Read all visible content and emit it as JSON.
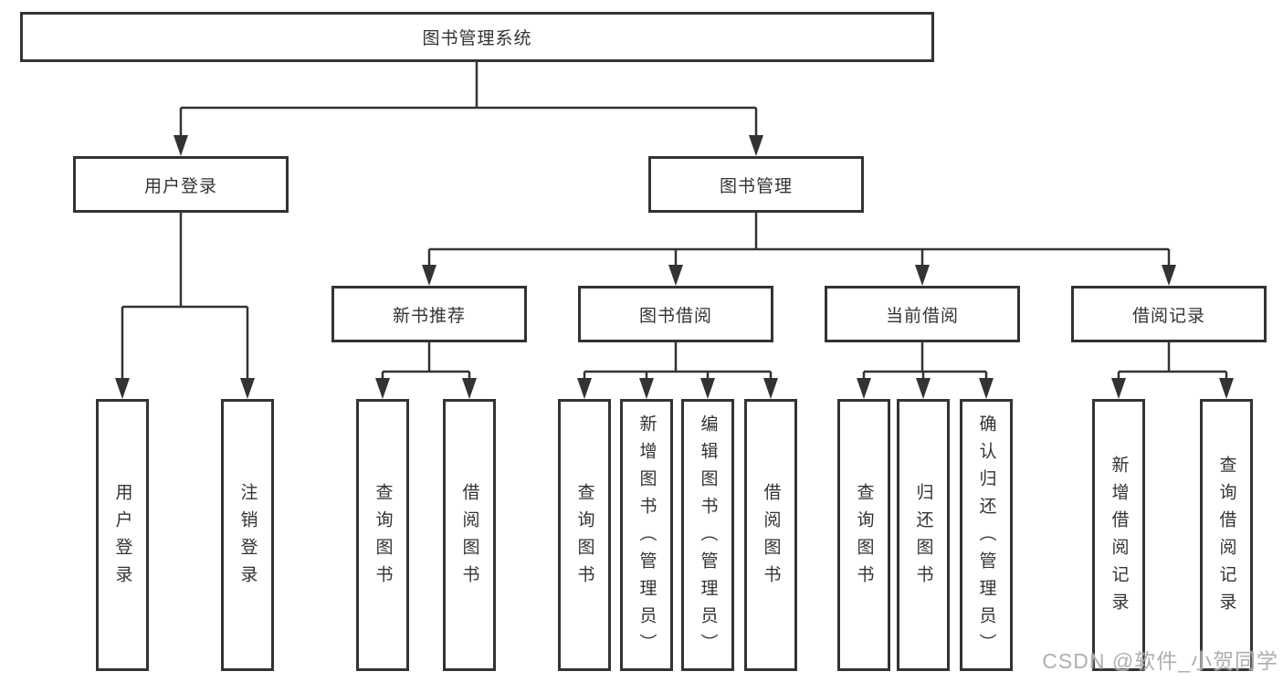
{
  "root": {
    "label": "图书管理系统"
  },
  "level2": [
    {
      "label": "用户登录",
      "parent": "图书管理系统"
    },
    {
      "label": "图书管理",
      "parent": "图书管理系统"
    }
  ],
  "level3": [
    {
      "label": "新书推荐",
      "parent": "图书管理"
    },
    {
      "label": "图书借阅",
      "parent": "图书管理"
    },
    {
      "label": "当前借阅",
      "parent": "图书管理"
    },
    {
      "label": "借阅记录",
      "parent": "图书管理"
    }
  ],
  "leaves": [
    {
      "label": "用户登录",
      "parent": "用户登录"
    },
    {
      "label": "注销登录",
      "parent": "用户登录"
    },
    {
      "label": "查询图书",
      "parent": "新书推荐"
    },
    {
      "label": "借阅图书",
      "parent": "新书推荐"
    },
    {
      "label": "查询图书",
      "parent": "图书借阅"
    },
    {
      "label": "新增图书（管理员）",
      "parent": "图书借阅"
    },
    {
      "label": "编辑图书（管理员）",
      "parent": "图书借阅"
    },
    {
      "label": "借阅图书",
      "parent": "图书借阅"
    },
    {
      "label": "查询图书",
      "parent": "当前借阅"
    },
    {
      "label": "归还图书",
      "parent": "当前借阅"
    },
    {
      "label": "确认归还（管理员）",
      "parent": "当前借阅"
    },
    {
      "label": "新增借阅记录",
      "parent": "借阅记录"
    },
    {
      "label": "查询借阅记录",
      "parent": "借阅记录"
    }
  ],
  "watermark": "CSDN @软件_小贺同学",
  "colors": {
    "line": "#333333",
    "box_border": "#333333",
    "box_fill": "#ffffff",
    "text": "#333333",
    "watermark": "#a8a8a8"
  }
}
